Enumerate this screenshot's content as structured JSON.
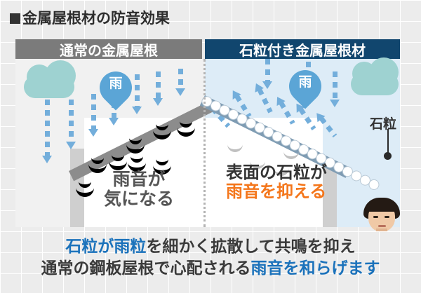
{
  "title": "■金属屋根材の防音効果",
  "title_text": "金属屋根材の防音効果",
  "panels": {
    "left": {
      "header": "通常の金属屋根",
      "header_color": "#7b7b7b",
      "rain_label": "雨",
      "caption_line1": "雨音が",
      "caption_line2": "気になる",
      "caption_color": "#555555",
      "roof_color": "#8c8c8c"
    },
    "right": {
      "header": "石粒付き金属屋根材",
      "header_color": "#11466e",
      "rain_label": "雨",
      "caption_line1": "表面の石粒が",
      "caption_line2": "雨音を抑える",
      "caption_highlight_color": "#f4761b",
      "callout_label": "石粒",
      "roof_color": "#7f9cb3",
      "sky_color": "#ddecf7"
    }
  },
  "footer": {
    "line1_a": "石粒が雨粒",
    "line1_b": "を細かく拡散して共鳴を抑え",
    "line2_a": "通常の鋼板屋根で心配される",
    "line2_b": "雨音を和らげます",
    "accent_color": "#1b72bb"
  }
}
